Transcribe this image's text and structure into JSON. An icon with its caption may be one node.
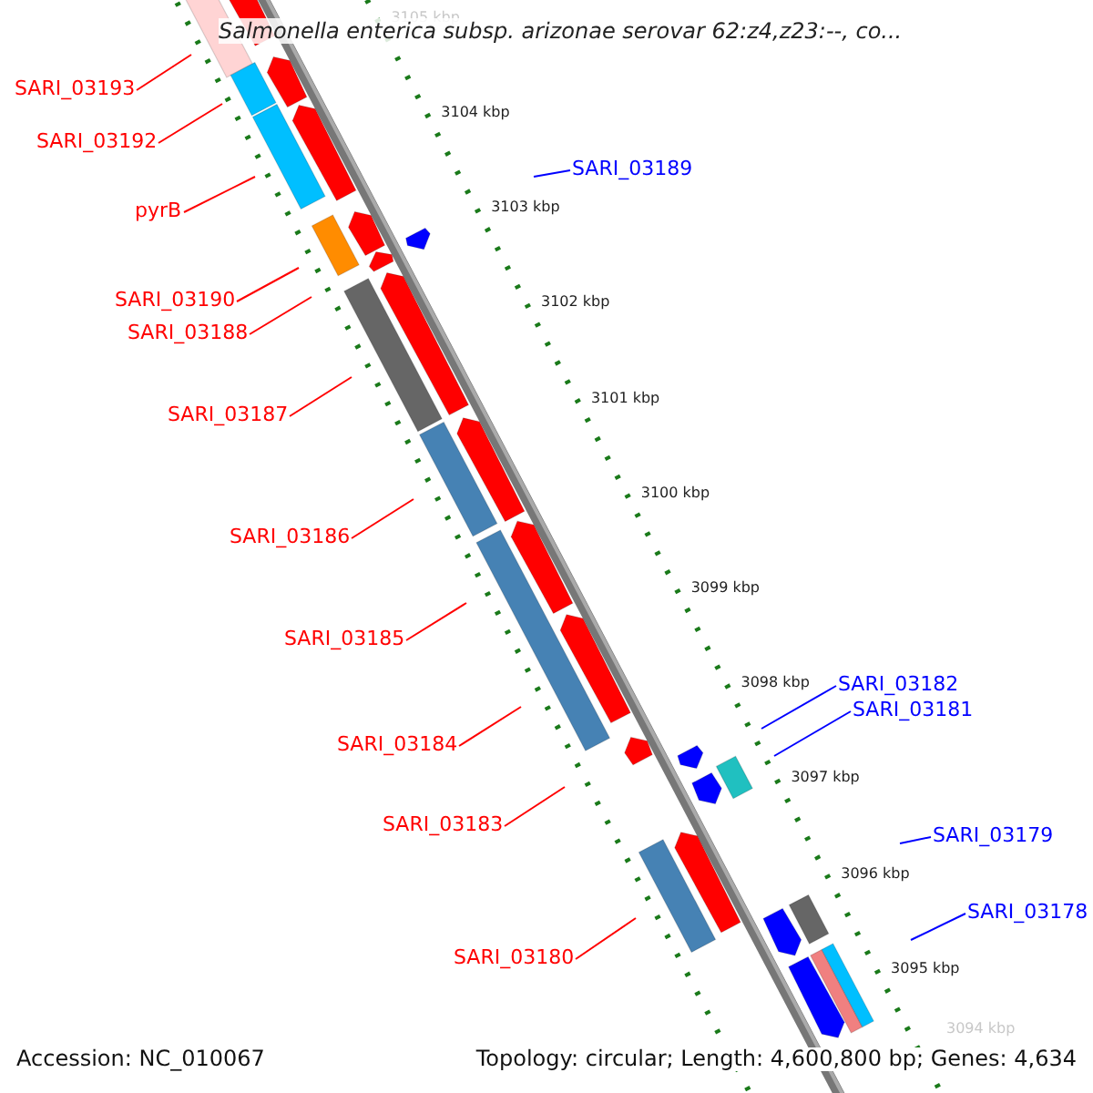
{
  "diagram": {
    "title": "Salmonella enterica subsp. arizonae serovar 62:z4,z23:--, co...",
    "nodes": [
      {
        "text": [
          "SARI_03193"
        ]
      },
      {
        "text": [
          "SARI_03192"
        ]
      },
      {
        "text": [
          "SARI_03189"
        ]
      },
      {
        "text": [
          "pyrB"
        ]
      },
      {
        "text": [
          "SARI_03190"
        ]
      },
      {
        "text": [
          "SARI_03188"
        ]
      },
      {
        "text": [
          "SARI_03187"
        ]
      },
      {
        "text": [
          "SARI_03186"
        ]
      },
      {
        "text": [
          "SARI_03185"
        ]
      },
      {
        "text": [
          "SARI_03182"
        ]
      },
      {
        "text": [
          "SARI_03181"
        ]
      },
      {
        "text": [
          "SARI_03184"
        ]
      },
      {
        "text": [
          "SARI_03183"
        ]
      },
      {
        "text": [
          "SARI_03179"
        ]
      },
      {
        "text": [
          "SARI_03178"
        ]
      },
      {
        "text": [
          "SARI_03180"
        ]
      }
    ],
    "edges": [
      {
        "from": 0,
        "to": null,
        "arrow": "none"
      },
      {
        "from": 1,
        "to": null,
        "arrow": "none"
      },
      {
        "from": 2,
        "to": null,
        "arrow": "none",
        "color": "#0000ff"
      },
      {
        "from": 3,
        "to": null,
        "arrow": "none"
      },
      {
        "from": 4,
        "to": null,
        "arrow": "none"
      },
      {
        "from": 5,
        "to": null,
        "arrow": "none"
      },
      {
        "from": 6,
        "to": null,
        "arrow": "none"
      },
      {
        "from": 7,
        "to": null,
        "arrow": "none"
      },
      {
        "from": 8,
        "to": null,
        "arrow": "none"
      },
      {
        "from": 9,
        "to": null,
        "arrow": "none",
        "color": "#0000ff"
      },
      {
        "from": 10,
        "to": null,
        "arrow": "none",
        "color": "#0000ff"
      },
      {
        "from": 11,
        "to": null,
        "arrow": "none"
      },
      {
        "from": 12,
        "to": null,
        "arrow": "none"
      },
      {
        "from": 13,
        "to": null,
        "arrow": "none",
        "color": "#0000ff"
      },
      {
        "from": 14,
        "to": null,
        "arrow": "none",
        "color": "#0000ff"
      },
      {
        "from": 15,
        "to": null,
        "arrow": "none"
      }
    ],
    "labels": [
      "3105 kbp",
      "3104 kbp",
      "3103 kbp",
      "3102 kbp",
      "3101 kbp",
      "3100 kbp",
      "3099 kbp",
      "3098 kbp",
      "3097 kbp",
      "3096 kbp",
      "3095 kbp",
      "3094 kbp",
      "Accession: NC_010067",
      "Topology: circular; Length: 4,600,800 bp; Genes: 4,634"
    ]
  }
}
